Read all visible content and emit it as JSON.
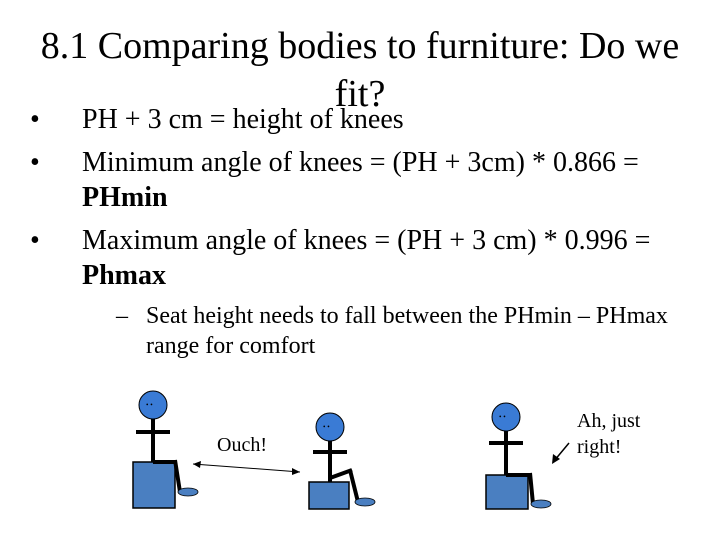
{
  "slide": {
    "title": "8.1 Comparing bodies to furniture: Do we fit?",
    "bullet_marker": "•",
    "bullets": [
      {
        "text": "PH + 3 cm = height of knees"
      },
      {
        "text": "Minimum angle of knees = (PH + 3cm) * 0.866 = ",
        "emph": "PHmin"
      },
      {
        "text": "Maximum angle of knees = (PH + 3 cm) * 0.996 = ",
        "emph": "Phmax"
      }
    ],
    "sub_marker": "–",
    "sub_bullet": "Seat height needs to fall between the PHmin – PHmax range for comfort",
    "captions": {
      "ouch": "Ouch!",
      "right": "Ah, just right!"
    },
    "colors": {
      "head": "#3a7bd5",
      "chair": "#4a7fc1",
      "foot": "#4a7fc1",
      "body": "#000000"
    }
  }
}
